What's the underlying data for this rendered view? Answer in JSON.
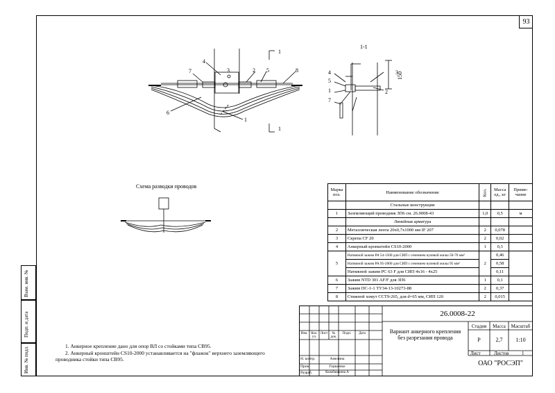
{
  "sheet_number": "93",
  "section_label": "1-1",
  "cut_mark": "1",
  "diagram_title": "Схема разводки проводов",
  "callouts_plan": [
    "4",
    "2",
    "5",
    "7",
    "8",
    "3",
    "6",
    "1"
  ],
  "callouts_section": [
    "3",
    "150",
    "4",
    "5",
    "1",
    "7",
    "2"
  ],
  "spec_table": {
    "headers": {
      "pos": "Марка поз.",
      "name": "Наименование обозначение",
      "qty": "Кол.",
      "mass": "Масса ед., кг",
      "note": "Приме- чание"
    },
    "sections": {
      "steel": "Стальные конструкции",
      "fittings": "Линейная арматура"
    },
    "rows": [
      {
        "pos": "1",
        "name": "Заземляющий проводник ЗП6 см. 26.0008-43",
        "qty": "1,0",
        "mass": "0,5",
        "note": "м"
      },
      {
        "pos": "2",
        "name": "Металлическая лента 20x0,7x1000 мм IF 207",
        "qty": "2",
        "mass": "0,078",
        "note": ""
      },
      {
        "pos": "3",
        "name": "Скрепа CF 20",
        "qty": "2",
        "mass": "0,02",
        "note": ""
      },
      {
        "pos": "4",
        "name": "Анкерный кронштейн CS10-2000",
        "qty": "1",
        "mass": "0,3",
        "note": ""
      },
      {
        "pos": "5",
        "name": "Натяжной зажим PA 54-1500 для СИП с сечением нулевой жилы 50-70 мм²",
        "qty": "2",
        "mass": "0,46",
        "note": ""
      },
      {
        "pos": "",
        "name": "Натяжной зажим PA 95-2000 для СИП с сечением нулевой жилы 95 мм²",
        "qty": "",
        "mass": "0,58",
        "note": ""
      },
      {
        "pos": "",
        "name": "Натяжной зажим PC 63 F для СИП 4x16 - 4x25",
        "qty": "",
        "mass": "0,11",
        "note": ""
      },
      {
        "pos": "6",
        "name": "Зажим NTD 301 AF/F для ЗП6",
        "qty": "1",
        "mass": "0,1",
        "note": ""
      },
      {
        "pos": "7",
        "name": "Зажим ПС-1-1 ТУ34-13-10273-88",
        "qty": "2",
        "mass": "0,37",
        "note": ""
      },
      {
        "pos": "8",
        "name": "Стяжной хомут ССТ9-265, для d=65 мм, СИП 120",
        "qty": "2",
        "mass": "0,015",
        "note": ""
      }
    ]
  },
  "notes": [
    "1. Анкерное крепление дано для опор ВЛ со стойками типа СВ95.",
    "2. Анкерный кронштейн CS10-2000 устанавливается на \"флажок\" верхнего заземляющего",
    "проводника стойки типа СВ95."
  ],
  "side_labels": {
    "inv_orig": "Инв. № подл.",
    "sign_date": "Подп. и дата",
    "inv_dup": "Взам. инв. №"
  },
  "title_block": {
    "doc_code": "26.0008-22",
    "cols": [
      "Изм.",
      "Кол. уч.",
      "Лист",
      "№ док.",
      "Подп.",
      "Дата"
    ],
    "roles": [
      "Н. контр.",
      "Пров.",
      "Разраб."
    ],
    "names": [
      "Амелина",
      "Горшенко",
      "Калабашкина А"
    ],
    "title": "Вариант анкерного крепления без разрезания провода",
    "stage_label": "Стадия",
    "mass_label": "Масса",
    "scale_label": "Масштаб",
    "stage": "Р",
    "mass": "2,7",
    "scale": "1:10",
    "sheet_label": "Лист",
    "sheets_label": "Листов",
    "sheets": "1",
    "org": "ОАО \"РОСЭП\""
  }
}
